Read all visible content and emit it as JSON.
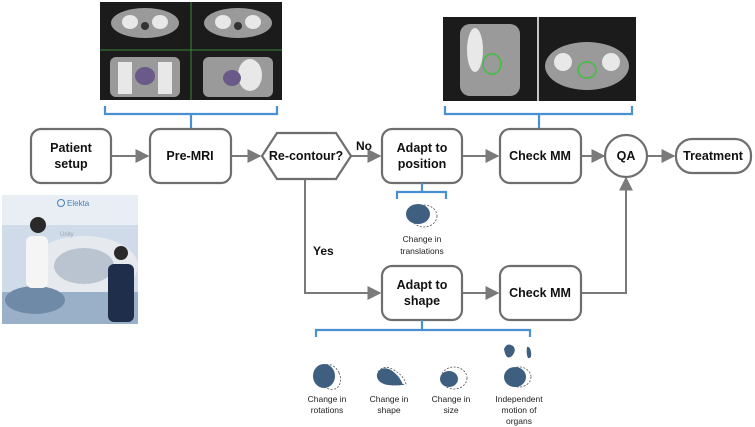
{
  "nodes": {
    "patient_setup": [
      "Patient",
      "setup"
    ],
    "pre_mri": [
      "Pre-MRI"
    ],
    "recontour": [
      "Re-contour?"
    ],
    "adapt_position": [
      "Adapt to",
      "position"
    ],
    "check_mm_top": [
      "Check MM"
    ],
    "qa": [
      "QA"
    ],
    "treatment": [
      "Treatment"
    ],
    "adapt_shape": [
      "Adapt to",
      "shape"
    ],
    "check_mm_bottom": [
      "Check MM"
    ]
  },
  "edge_labels": {
    "no": "No",
    "yes": "Yes"
  },
  "captions": {
    "translations": [
      "Change in",
      "translations"
    ],
    "rotations": [
      "Change in",
      "rotations"
    ],
    "shape": [
      "Change in",
      "shape"
    ],
    "size": [
      "Change in",
      "size"
    ],
    "independent": [
      "Independent",
      "motion of",
      "organs"
    ]
  },
  "photo": {
    "brand": "Elekta",
    "machine": "Unity"
  },
  "colors": {
    "bracket": "#4a8fd0",
    "blob": "#3e5f80",
    "box_stroke": "#6e6e6e"
  }
}
